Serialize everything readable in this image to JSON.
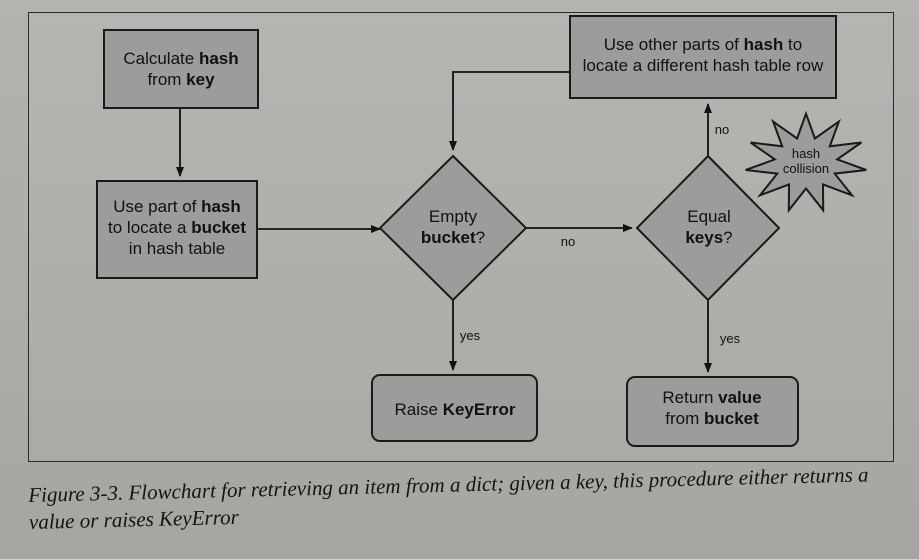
{
  "nodes": {
    "calc_hash": {
      "lines": [
        [
          {
            "t": "Calculate "
          },
          {
            "t": "hash",
            "b": true
          }
        ],
        [
          {
            "t": "from "
          },
          {
            "t": "key",
            "b": true
          }
        ]
      ]
    },
    "locate_bucket": {
      "lines": [
        [
          {
            "t": "Use part of "
          },
          {
            "t": "hash",
            "b": true
          }
        ],
        [
          {
            "t": "to locate a "
          },
          {
            "t": "bucket",
            "b": true
          }
        ],
        [
          {
            "t": "in hash table"
          }
        ]
      ]
    },
    "empty_bucket": {
      "lines": [
        [
          {
            "t": "Empty"
          }
        ],
        [
          {
            "t": "bucket",
            "b": true
          },
          {
            "t": "?"
          }
        ]
      ]
    },
    "equal_keys": {
      "lines": [
        [
          {
            "t": "Equal"
          }
        ],
        [
          {
            "t": "keys",
            "b": true
          },
          {
            "t": "?"
          }
        ]
      ]
    },
    "other_parts": {
      "lines": [
        [
          {
            "t": "Use other parts of "
          },
          {
            "t": "hash",
            "b": true
          },
          {
            "t": " to"
          }
        ],
        [
          {
            "t": "locate a different hash table row"
          }
        ]
      ]
    },
    "raise_error": {
      "lines": [
        [
          {
            "t": "Raise "
          },
          {
            "t": "KeyError",
            "b": true
          }
        ]
      ]
    },
    "return_value": {
      "lines": [
        [
          {
            "t": "Return "
          },
          {
            "t": "value",
            "b": true
          }
        ],
        [
          {
            "t": "from "
          },
          {
            "t": "bucket",
            "b": true
          }
        ]
      ]
    },
    "collision": {
      "lines": [
        [
          {
            "t": "hash"
          }
        ],
        [
          {
            "t": "collision"
          }
        ]
      ]
    }
  },
  "edge_labels": {
    "empty_no": "no",
    "empty_yes": "yes",
    "equal_no": "no",
    "equal_yes": "yes"
  },
  "caption": {
    "figure_number": "Figure 3-3.",
    "text": " Flowchart for retrieving an item from a dict; given a key, this procedure either returns a value or raises KeyError"
  }
}
